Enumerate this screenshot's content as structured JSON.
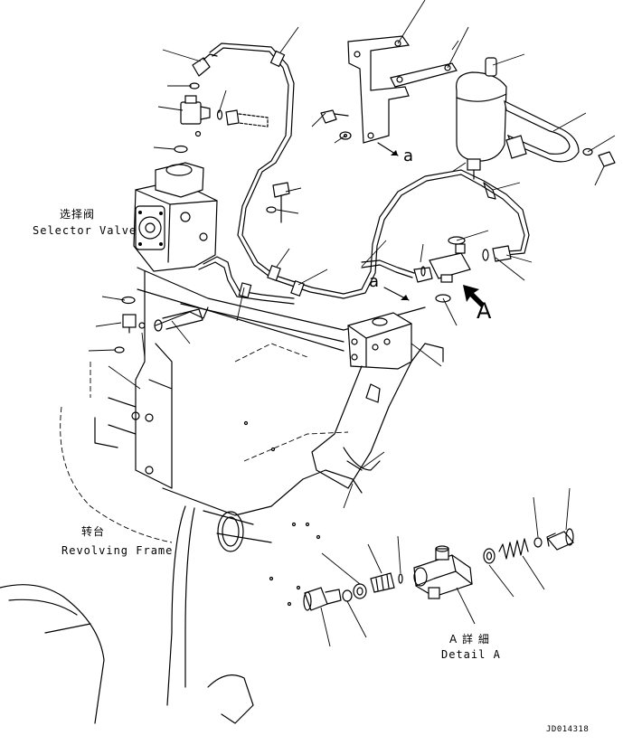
{
  "labels": {
    "selector_valve_cn": "选择阀",
    "selector_valve_en": "Selector Valve",
    "revolving_frame_cn": "转台",
    "revolving_frame_en": "Revolving Frame",
    "detail_cn": "A 詳 細",
    "detail_en": "Detail A",
    "view_letter": "A",
    "ref_a_upper": "a",
    "ref_a_lower": "a",
    "drawing_number": "JD014318"
  }
}
